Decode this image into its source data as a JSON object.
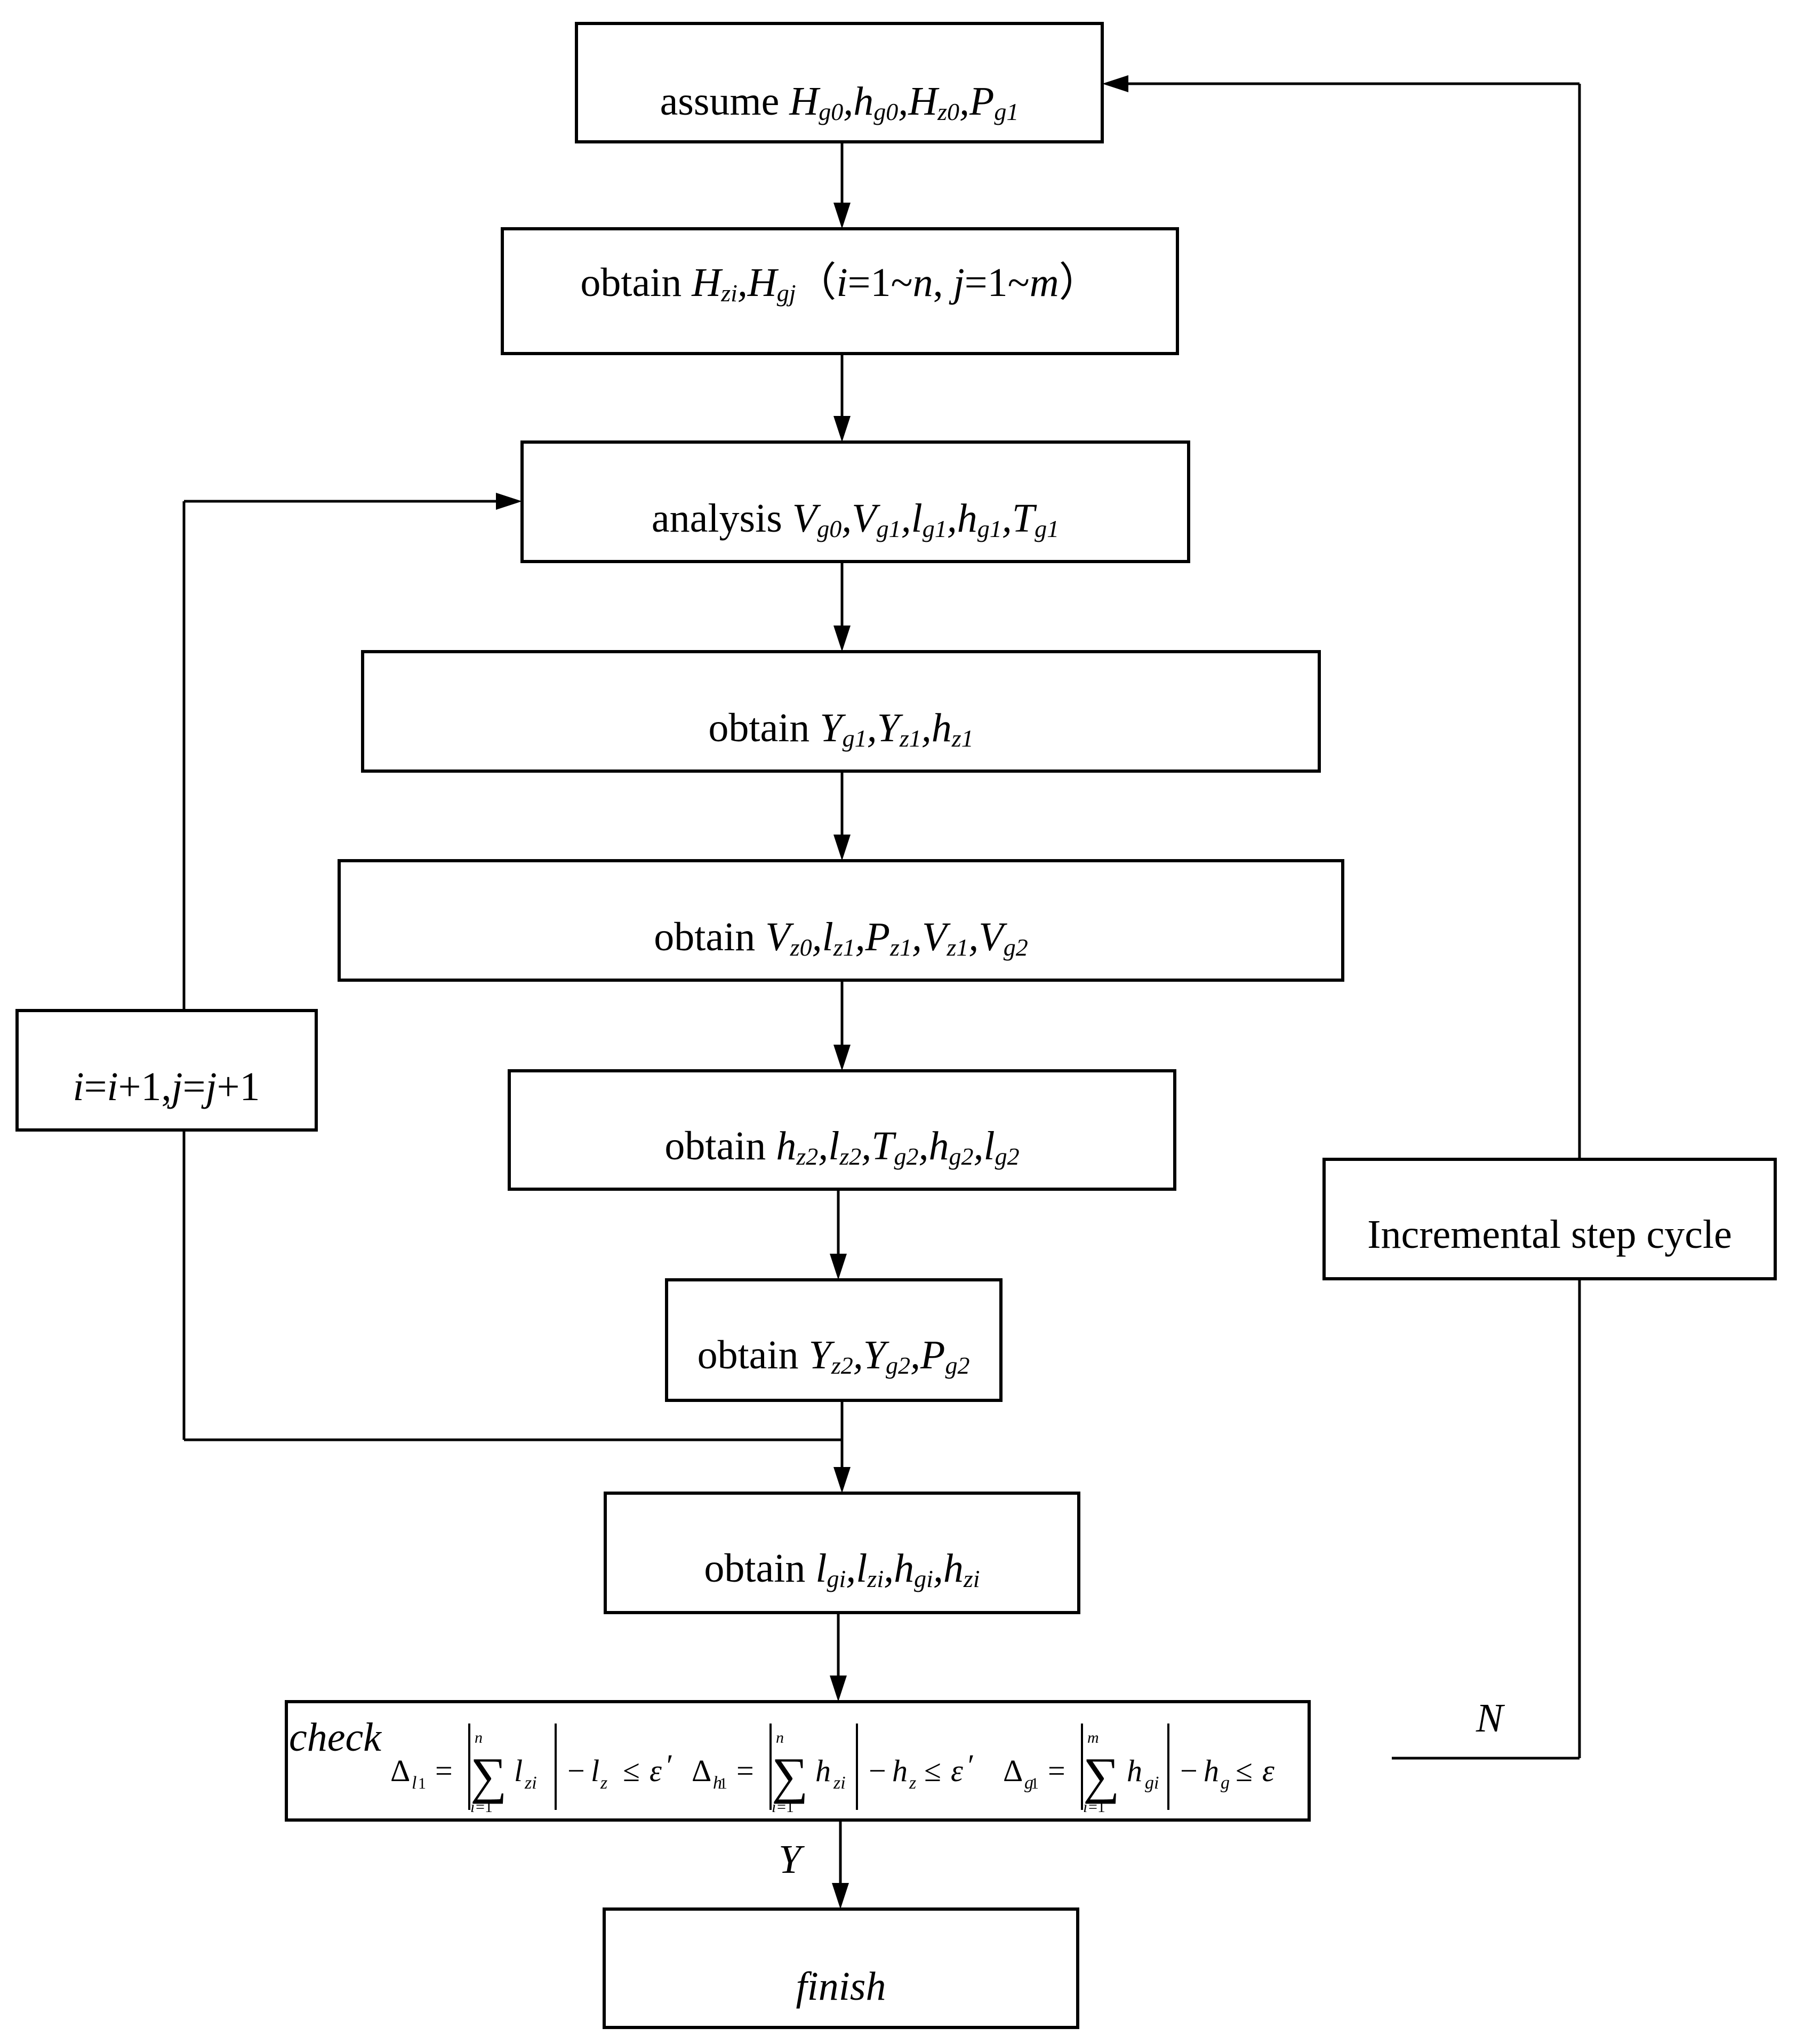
{
  "nodes": {
    "assume": {
      "word": "assume",
      "vars": [
        [
          "H",
          "g0"
        ],
        [
          "h",
          "g0"
        ],
        [
          "H",
          "z0"
        ],
        [
          "P",
          "g1"
        ]
      ]
    },
    "obtain_H": {
      "word": "obtain",
      "vars": [
        [
          "H",
          "zi"
        ],
        [
          "H",
          "gj"
        ]
      ],
      "paren_open": "（",
      "i": "i",
      "eq1": "=1~",
      "n": "n",
      "comma": ",",
      "j": "j",
      "eq2": "=1~",
      "m": "m",
      "paren_close": "）"
    },
    "analysis": {
      "word": "analysis",
      "vars": [
        [
          "V",
          "g0"
        ],
        [
          "V",
          "g1"
        ],
        [
          "l",
          "g1"
        ],
        [
          "h",
          "g1"
        ],
        [
          "T",
          "g1"
        ]
      ]
    },
    "obtain_Y1": {
      "word": "obtain",
      "vars": [
        [
          "Y",
          "g1"
        ],
        [
          "Y",
          "z1"
        ],
        [
          "h",
          "z1"
        ]
      ]
    },
    "obtain_V": {
      "word": "obtain",
      "vars": [
        [
          "V",
          "z0"
        ],
        [
          "l",
          "z1"
        ],
        [
          "P",
          "z1"
        ],
        [
          "V",
          "z1"
        ],
        [
          "V",
          "g2"
        ]
      ]
    },
    "obtain_h2": {
      "word": "obtain",
      "vars": [
        [
          "h",
          "z2"
        ],
        [
          "l",
          "z2"
        ],
        [
          "T",
          "g2"
        ],
        [
          "h",
          "g2"
        ],
        [
          "l",
          "g2"
        ]
      ]
    },
    "obtain_Y2": {
      "word": "obtain",
      "vars": [
        [
          "Y",
          "z2"
        ],
        [
          "Y",
          "g2"
        ],
        [
          "P",
          "g2"
        ]
      ]
    },
    "obtain_final": {
      "word": "obtain",
      "vars": [
        [
          "l",
          "gi"
        ],
        [
          "l",
          "zi"
        ],
        [
          "h",
          "gi"
        ],
        [
          "h",
          "zi"
        ]
      ]
    },
    "increment": {
      "i1": "i",
      "eq1": "=",
      "i2": "i",
      "p1": "+1,",
      "j1": "j",
      "eq2": "=",
      "j2": "j",
      "p2": "+1"
    },
    "incremental": {
      "label": "Incremental step cycle"
    },
    "check": {
      "label": "check",
      "delta": "Δ",
      "eq": "=",
      "sum": "∑",
      "bar": "|",
      "minus": "−",
      "le": "≤",
      "eps": "ε",
      "prime": "′",
      "lower_i": "i",
      "lower_eq1": "=1",
      "terms": [
        {
          "dsub_var": "l",
          "dsub_num": "1",
          "upper": "n",
          "sum_var": "l",
          "sum_sub": "zi",
          "rhs_var": "l",
          "rhs_sub": "z",
          "prime": true
        },
        {
          "dsub_var": "h",
          "dsub_num": "1",
          "upper": "n",
          "sum_var": "h",
          "sum_sub": "zi",
          "rhs_var": "h",
          "rhs_sub": "z",
          "prime": true
        },
        {
          "dsub_var": "g",
          "dsub_num": "1",
          "upper": "m",
          "sum_var": "h",
          "sum_sub": "gi",
          "rhs_var": "h",
          "rhs_sub": "g",
          "prime": false
        }
      ]
    },
    "finish": {
      "label": "finish"
    }
  },
  "branch_labels": {
    "yes": "Y",
    "no": "N"
  },
  "separator": ","
}
